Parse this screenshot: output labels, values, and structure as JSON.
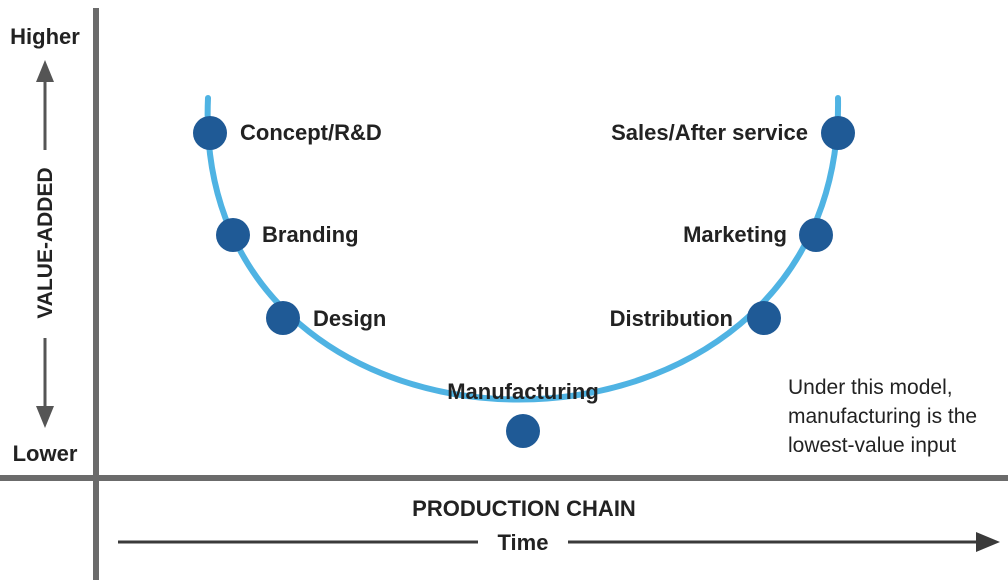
{
  "y_axis": {
    "top_label": "Higher",
    "bottom_label": "Lower",
    "title": "VALUE-ADDED"
  },
  "x_axis": {
    "title": "PRODUCTION CHAIN",
    "subtitle": "Time"
  },
  "stages": [
    {
      "label": "Concept/R&D"
    },
    {
      "label": "Branding"
    },
    {
      "label": "Design"
    },
    {
      "label": "Manufacturing"
    },
    {
      "label": "Distribution"
    },
    {
      "label": "Marketing"
    },
    {
      "label": "Sales/After service"
    }
  ],
  "note": {
    "lines": [
      "Under this model,",
      "manufacturing is the",
      "lowest-value input"
    ]
  },
  "colors": {
    "curve": "#4fb3e3",
    "node": "#1f5a96",
    "axis": "#6b6b6b",
    "text": "#222222"
  }
}
